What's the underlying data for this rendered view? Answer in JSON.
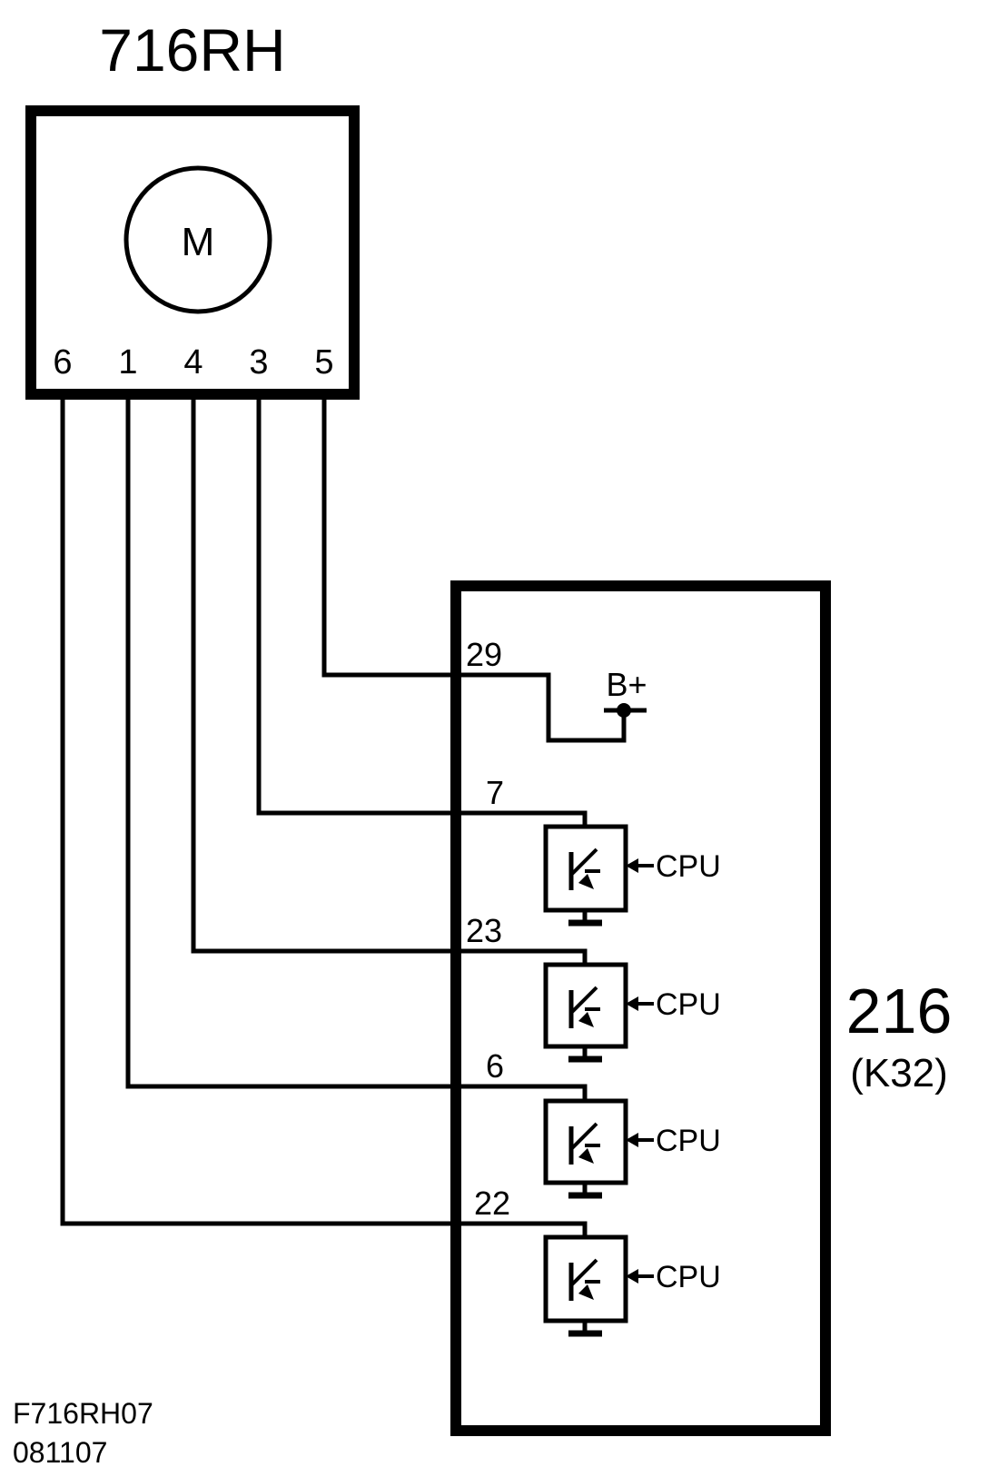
{
  "motor": {
    "title": "716RH",
    "symbol": "M",
    "pins": [
      "6",
      "1",
      "4",
      "3",
      "5"
    ]
  },
  "module": {
    "title": "216",
    "subtitle": "(K32)",
    "supply_label": "B+",
    "pins": [
      "29",
      "7",
      "23",
      "6",
      "22"
    ],
    "driver_input_label": "CPU"
  },
  "footer": {
    "code": "F716RH07",
    "date": "081107"
  },
  "colors": {
    "ink": "#000000",
    "background": "#ffffff"
  }
}
